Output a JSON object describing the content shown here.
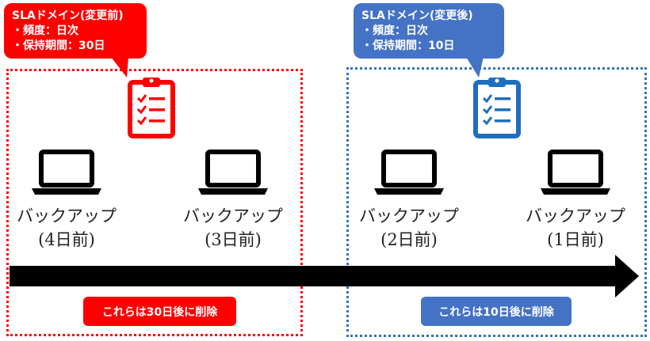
{
  "callouts": {
    "before": {
      "title": "SLAドメイン(変更前)",
      "frequency": "・頻度：日次",
      "retention": "・保持期間：30日"
    },
    "after": {
      "title": "SLAドメイン(変更後)",
      "frequency": "・頻度：日次",
      "retention": "・保持期間：10日"
    }
  },
  "backups": [
    {
      "label": "バックアップ",
      "age": "(4日前)"
    },
    {
      "label": "バックアップ",
      "age": "(3日前)"
    },
    {
      "label": "バックアップ",
      "age": "(2日前)"
    },
    {
      "label": "バックアップ",
      "age": "(1日前)"
    }
  ],
  "badges": {
    "before": "これらは30日後に削除",
    "after": "これらは10日後に削除"
  },
  "icons": {
    "laptop": "laptop-icon",
    "clipboard": "clipboard-checklist-icon"
  },
  "colors": {
    "before_accent": "#ff0000",
    "after_accent": "#4472c4",
    "after_box_border": "#2e75b6",
    "clipboard_after": "#1f6fbf",
    "arrow": "#000000"
  }
}
